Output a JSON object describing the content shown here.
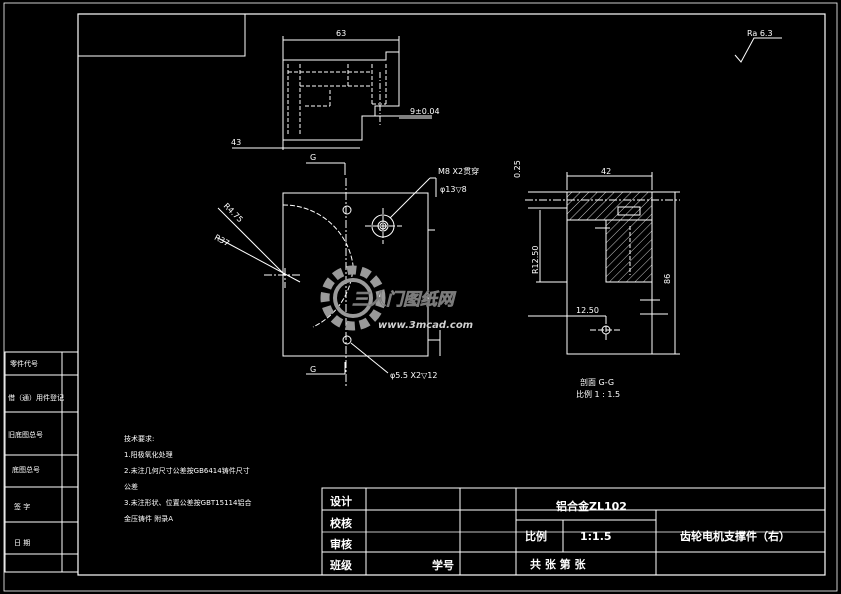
{
  "colors": {
    "background": "#000000",
    "line": "#ffffff",
    "watermark": "#9a9a9a",
    "watermark_text": "#c8c8c8"
  },
  "dims": {
    "top_width": "63",
    "top_left": "43",
    "top_tol": "9±0.04",
    "roughness": "Ra 6.3",
    "r_large": "R4.75",
    "r_37": "R37",
    "thread": "M8 X2贯穿",
    "cbore": "φ13▽8",
    "hole": "φ5.5 X2▽12",
    "section_w": "42",
    "section_h": "86",
    "r_1250": "R12.50",
    "v_025": "0.25",
    "h_1250": "12.50",
    "g_top": "G",
    "g_bottom": "G"
  },
  "section_label": {
    "line1": "剖面 G-G",
    "line2": "比例  1 : 1.5"
  },
  "tech_req": {
    "title": "技术要求:",
    "l1": "1.阳极氧化处理",
    "l2": "2.未注几何尺寸公差按GB6414铸件尺寸",
    "l3": "公差",
    "l4": "3.未注形状、位置公差按GBT15114铝合",
    "l5": "金压铸件 附录A"
  },
  "left_strip": {
    "r1": "零件代号",
    "r2": "借（通）用件登记",
    "r3": "旧底图总号",
    "r4": "底图总号",
    "r5": "签    字",
    "r6": "日    期"
  },
  "title_block": {
    "design": "设计",
    "check": "校核",
    "review": "审核",
    "class": "班级",
    "student_no": "学号",
    "material": "铝合金ZL102",
    "scale_label": "比例",
    "scale_value": "1:1.5",
    "part_name": "齿轮电机支撑件（右）",
    "sheets": "共    张  第    张"
  },
  "watermark": {
    "brand": "三人门图纸网",
    "url": "www.3mcad.com"
  }
}
